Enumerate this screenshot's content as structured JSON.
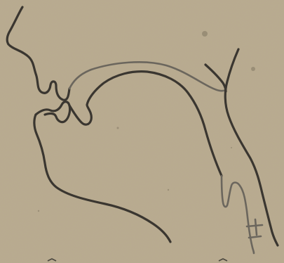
{
  "diagram": {
    "kind": "midsagittal vocal tract sketch on paper",
    "paper_color": "#b9ab8f",
    "ink_dark": "#3a3630",
    "ink_gray": "#6b665d",
    "parts": [
      "nose-and-upper-lip",
      "upper-teeth",
      "hard-and-soft-palate",
      "pharynx-back-wall",
      "lower-lip-and-teeth",
      "tongue",
      "jaw-and-chin",
      "larynx",
      "glottis-mark"
    ]
  }
}
